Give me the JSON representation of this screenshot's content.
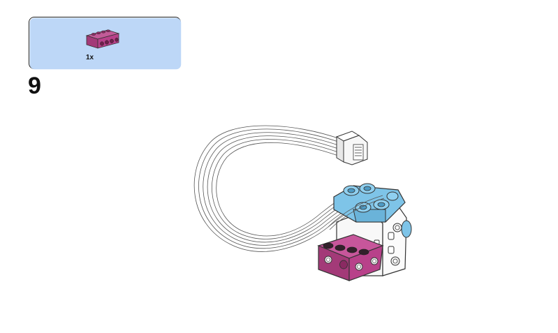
{
  "callout": {
    "background": "#bdd7f7",
    "part_color": "#b0437f",
    "part_name": "beam-brick-1x4-icon",
    "quantity": "1x"
  },
  "step": {
    "number": "9"
  },
  "assembly": {
    "parts": [
      "hub-cable",
      "motor-block",
      "beam-brick-1x4"
    ],
    "colors": {
      "cable": "#f4f4f4",
      "blue": "#7ec4e8",
      "white": "#f7f7f7",
      "magenta": "#b8418a"
    }
  }
}
